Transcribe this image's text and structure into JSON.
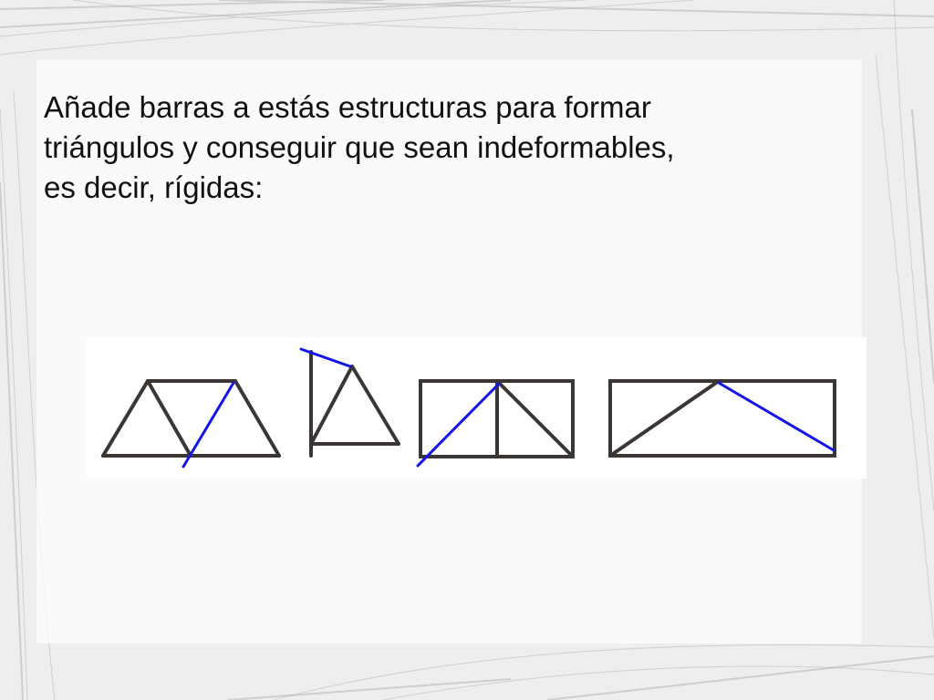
{
  "slide": {
    "title_lines": [
      "Añade barras a estás estructuras para formar",
      "triángulos y conseguir que sean indeformables,",
      "es decir, rígidas:"
    ]
  },
  "colors": {
    "structure_bar": "#3b3533",
    "added_bar": "#1414e6",
    "background": "#f2f2f2",
    "panel": "#ffffff"
  },
  "figures": [
    {
      "name": "trapezoid-truss",
      "added_bars": 1
    },
    {
      "name": "post-with-triangle",
      "added_bars": 1
    },
    {
      "name": "rectangle-split-frame",
      "added_bars": 1
    },
    {
      "name": "rectangle-peak-frame",
      "added_bars": 1
    }
  ]
}
